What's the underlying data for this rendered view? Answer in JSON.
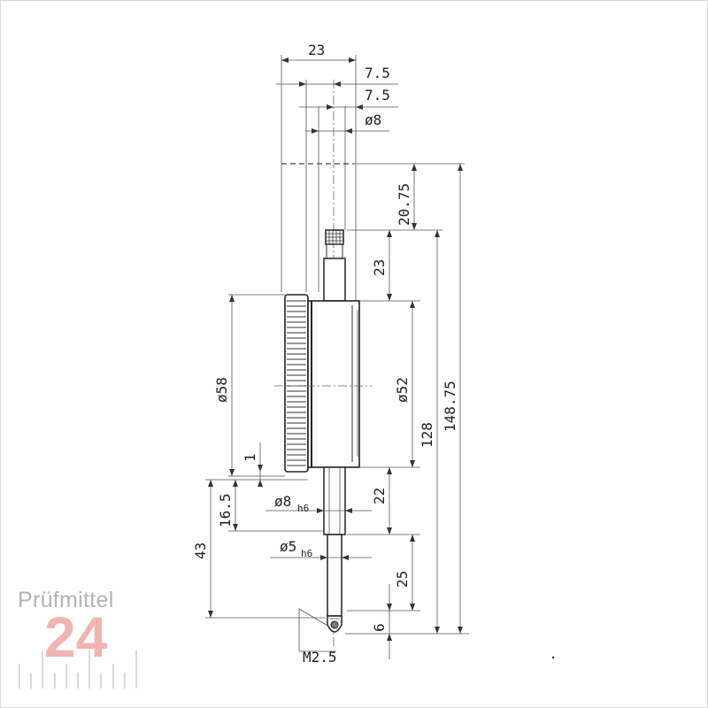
{
  "brand": {
    "name": "Prüfmittel",
    "number": "24",
    "name_color": "#b3b3b3",
    "number_color": "#f2b3b3"
  },
  "dimensions": {
    "top_width": "23",
    "offset_1": "7.5",
    "offset_2": "7.5",
    "stem_dia": "ø8",
    "top_cap": "20.75",
    "cap_to_body": "23",
    "bezel_dia": "ø58",
    "dial_dia": "ø52",
    "body_height": "128",
    "overall_height": "148.75",
    "bezel_offset": "1",
    "back_to_sleeve": "16.5",
    "sleeve_dia": "ø8",
    "sleeve_tol": "h6",
    "sleeve_len": "22",
    "spindle_dia": "ø5",
    "spindle_tol": "h6",
    "spindle_len": "25",
    "total_lower": "43",
    "tip_len": "6",
    "thread": "M2.5"
  }
}
